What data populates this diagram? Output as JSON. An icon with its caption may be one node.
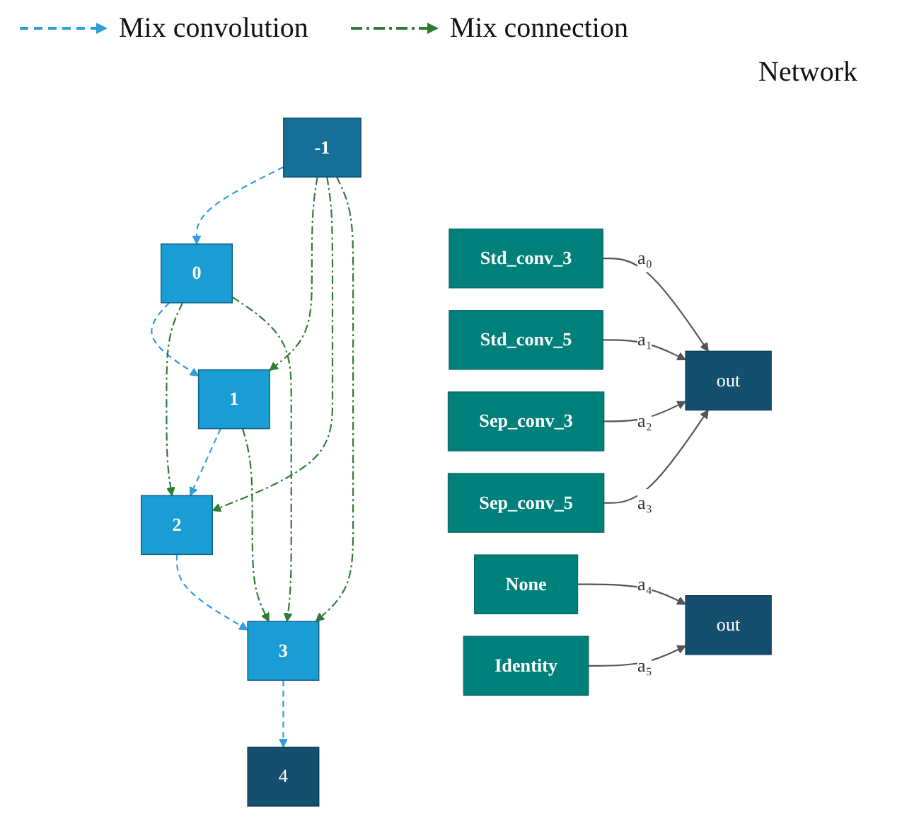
{
  "diagram": {
    "nodes": [
      {
        "text": [
          "Std_conv_3"
        ]
      },
      {
        "text": [
          "Std_conv_5"
        ]
      },
      {
        "text": [
          "Sep_conv_3"
        ]
      },
      {
        "text": [
          "Sep_conv_5"
        ]
      },
      {
        "text": [
          "out"
        ]
      },
      {
        "text": [
          "None"
        ]
      },
      {
        "text": [
          "Identity"
        ]
      },
      {
        "text": [
          "out"
        ]
      },
      {
        "text": [
          "-1"
        ]
      },
      {
        "text": [
          "0"
        ]
      },
      {
        "text": [
          "1"
        ]
      },
      {
        "text": [
          "2"
        ]
      },
      {
        "text": [
          "3"
        ]
      },
      {
        "text": [
          "4"
        ]
      }
    ],
    "edges": [
      {
        "from": 0,
        "to": 4,
        "arrow": "to",
        "label": "a₀"
      },
      {
        "from": 1,
        "to": 4,
        "arrow": "to",
        "label": "a₁"
      },
      {
        "from": 2,
        "to": 4,
        "arrow": "to",
        "label": "a₂"
      },
      {
        "from": 3,
        "to": 4,
        "arrow": "to",
        "label": "a₃"
      },
      {
        "from": 5,
        "to": 7,
        "arrow": "to",
        "label": "a₄"
      },
      {
        "from": 6,
        "to": 7,
        "arrow": "to",
        "label": "a₅"
      },
      {
        "from": 8,
        "to": 9,
        "arrow": "to",
        "style": "dashed",
        "color": "#2f9fdc"
      },
      {
        "from": 9,
        "to": 10,
        "arrow": "to",
        "style": "dashed",
        "color": "#2f9fdc"
      },
      {
        "from": 10,
        "to": 11,
        "arrow": "to",
        "style": "dashed",
        "color": "#2f9fdc"
      },
      {
        "from": 11,
        "to": 12,
        "arrow": "to",
        "style": "dashed",
        "color": "#2f9fdc"
      },
      {
        "from": 12,
        "to": 13,
        "arrow": "to",
        "style": "dashed",
        "color": "#2f9fdc"
      },
      {
        "from": 8,
        "to": 10,
        "arrow": "to",
        "style": "dashed",
        "color": "#2e7d32"
      },
      {
        "from": 8,
        "to": 11,
        "arrow": "to",
        "style": "dashed",
        "color": "#2e7d32"
      },
      {
        "from": 8,
        "to": 12,
        "arrow": "to",
        "style": "dashed",
        "color": "#2e7d32"
      },
      {
        "from": 9,
        "to": 11,
        "arrow": "to",
        "style": "dashed",
        "color": "#2e7d32"
      },
      {
        "from": 9,
        "to": 12,
        "arrow": "to",
        "style": "dashed",
        "color": "#2e7d32"
      },
      {
        "from": 10,
        "to": 12,
        "arrow": "to",
        "style": "dashed",
        "color": "#2e7d32"
      }
    ],
    "labels": [
      "Network"
    ],
    "legend": [
      {
        "text": "Mix convolution"
      },
      {
        "text": "Mix connection"
      }
    ]
  }
}
